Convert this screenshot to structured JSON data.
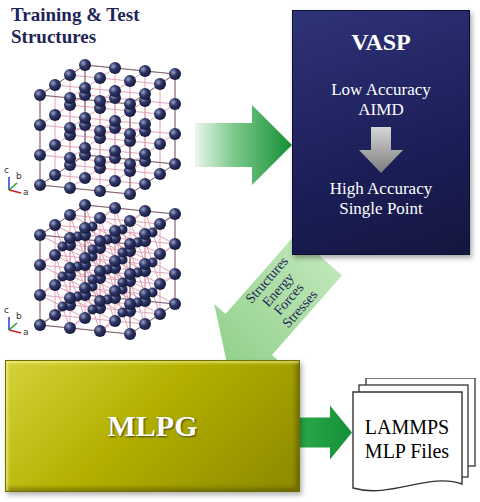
{
  "diagram": {
    "nodes": [
      {
        "text": [
          "Training & Test Structures"
        ]
      },
      {
        "text": [
          "VASP",
          "Low Accuracy AIMD",
          "High Accuracy Single Point"
        ]
      },
      {
        "text": [
          "MLPG"
        ]
      },
      {
        "text": [
          "LAMMPS MLP Files"
        ]
      }
    ],
    "edges": [
      {
        "from": 0,
        "to": 1,
        "arrow": "to"
      },
      {
        "from": 1,
        "to": 2,
        "label": "Structures Energy Forces Stresses",
        "arrow": "to"
      },
      {
        "from": 2,
        "to": 3,
        "arrow": "to"
      }
    ],
    "labels": [
      "c",
      "a",
      "b",
      "c",
      "a",
      "b"
    ]
  }
}
